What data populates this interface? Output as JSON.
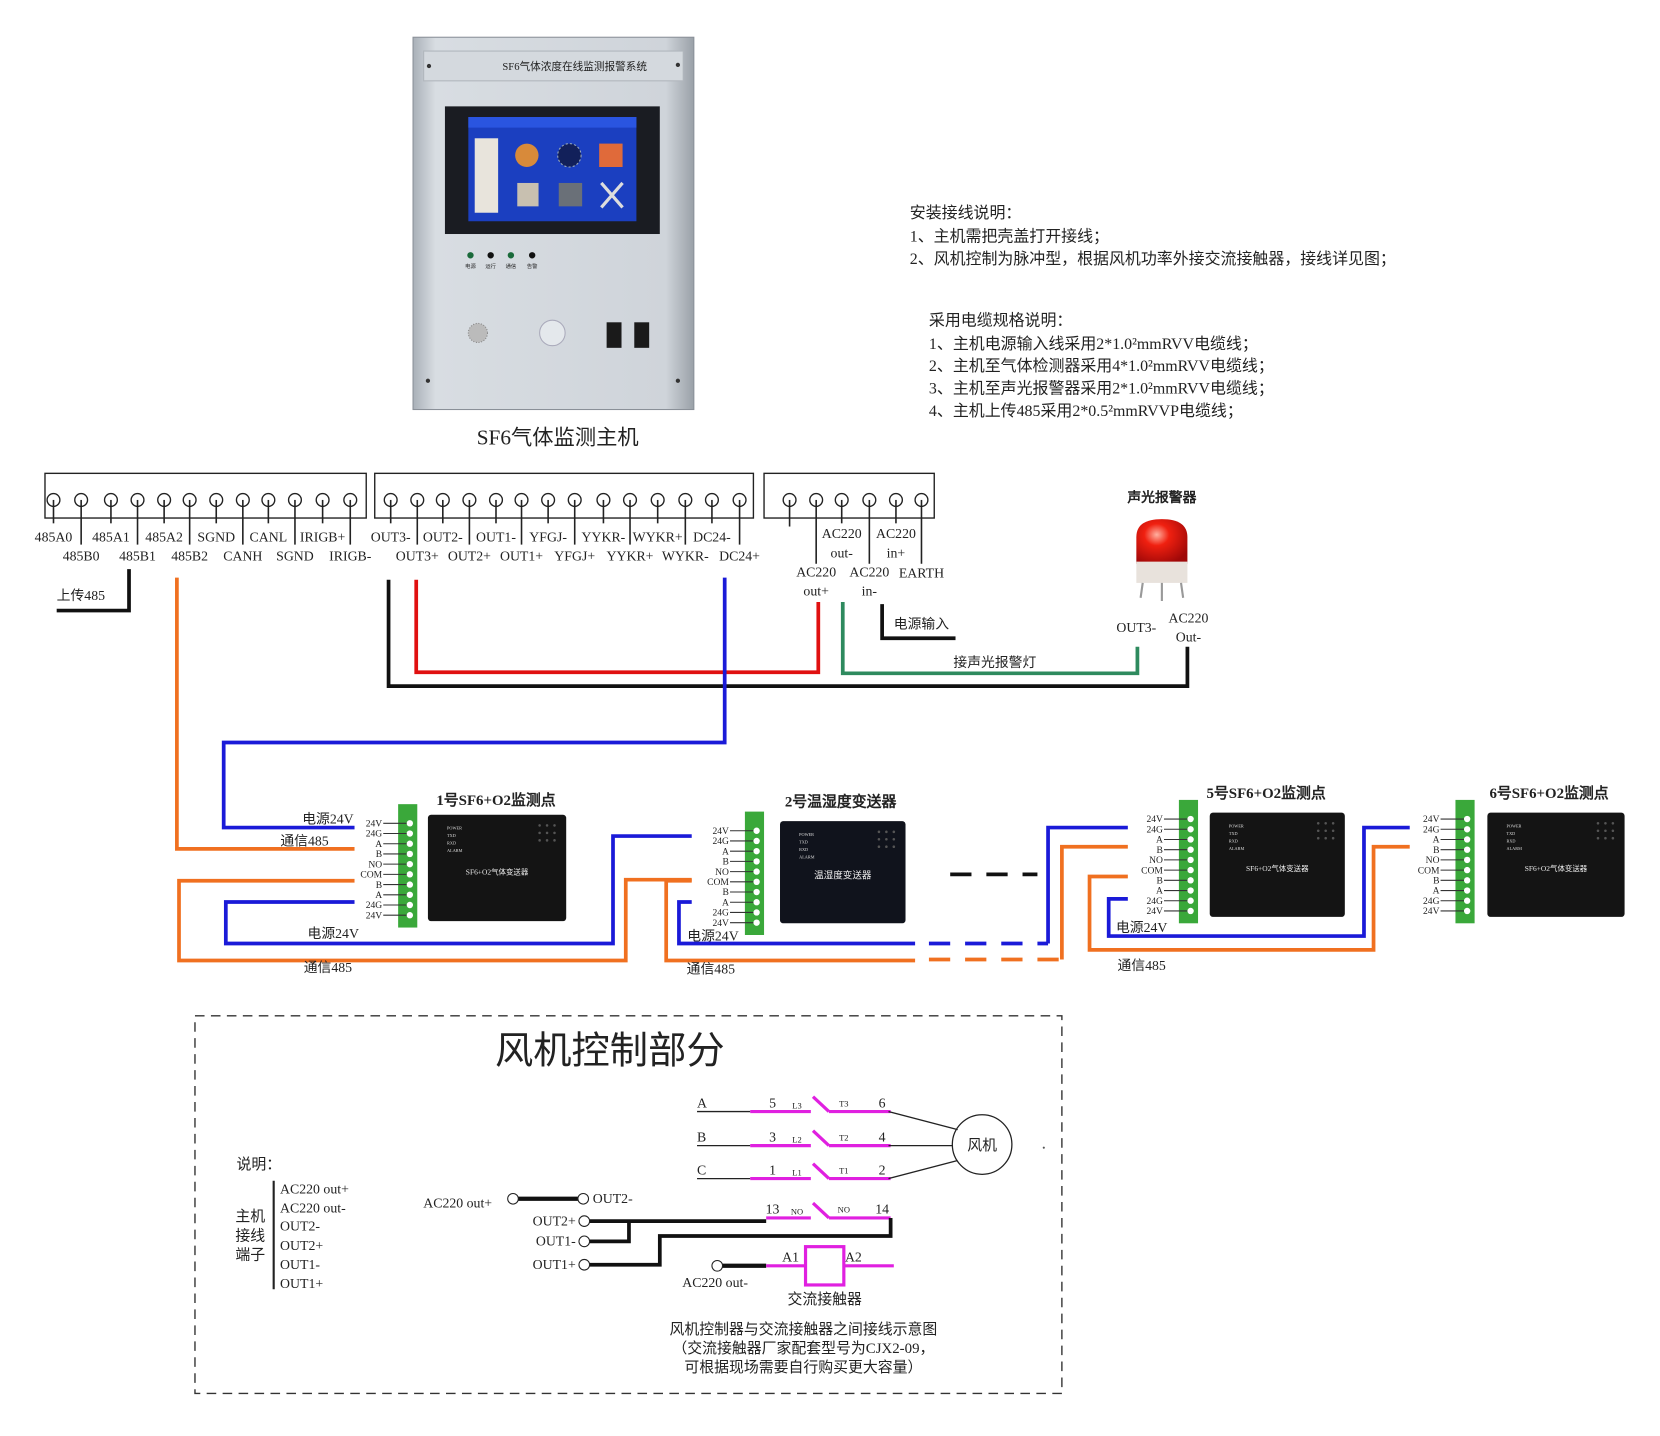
{
  "host": {
    "panel_title": "SF6气体浓度在线监测报警系统",
    "led_labels": [
      "电源",
      "运行",
      "通信",
      "告警"
    ],
    "caption": "SF6气体监测主机"
  },
  "notes": {
    "install_title": "安装接线说明：",
    "install_items": [
      "1、主机需把壳盖打开接线；",
      "2、风机控制为脉冲型，根据风机功率外接交流接触器，接线详见图；"
    ],
    "cable_title": "采用电缆规格说明：",
    "cable_items": [
      "1、主机电源输入线采用2*1.0²mmRVV电缆线；",
      "2、主机至气体检测器采用4*1.0²mmRVV电缆线；",
      "3、主机至声光报警器采用2*1.0²mmRVV电缆线；",
      "4、主机上传485采用2*0.5²mmRVVP电缆线；"
    ]
  },
  "terminals": {
    "block1": [
      "485A0",
      "485B0",
      "485A1",
      "485B1",
      "485A2",
      "485B2",
      "SGND",
      "CANH",
      "CANL",
      "SGND",
      "IRIGB+",
      "IRIGB-"
    ],
    "block2": [
      "OUT3-",
      "OUT3+",
      "OUT2-",
      "OUT2+",
      "OUT1-",
      "OUT1+",
      "YFGJ-",
      "YFGJ+",
      "YYKR-",
      "YYKR+",
      "WYKR+",
      "WYKR-",
      "DC24-",
      "DC24+"
    ],
    "block3": [
      "",
      "AC220 out+",
      "AC220 out-",
      "AC220 in-",
      "AC220 in+",
      "EARTH"
    ]
  },
  "wire_labels": {
    "upload485": "上传485",
    "power_input": "电源输入",
    "alarm_lamp_link": "接声光报警灯",
    "power24v": "电源24V",
    "comm485": "通信485"
  },
  "alarm": {
    "title": "声光报警器",
    "pin_out3": "OUT3-",
    "pin_ac_line1": "AC220",
    "pin_ac_line2": "Out-"
  },
  "sensor_pins": [
    "24V",
    "24G",
    "A",
    "B",
    "NO",
    "COM",
    "B",
    "A",
    "24G",
    "24V"
  ],
  "sensors": [
    {
      "title": "1号SF6+O2监测点",
      "device_label": "SF6+O2气体变送器"
    },
    {
      "title": "2号温湿度变送器",
      "device_label": "温湿度变送器"
    },
    {
      "title": "5号SF6+O2监测点",
      "device_label": "SF6+O2气体变送器"
    },
    {
      "title": "6号SF6+O2监测点",
      "device_label": "SF6+O2气体变送器"
    }
  ],
  "device_leds": [
    "POWER",
    "TXD",
    "RXD",
    "ALARM"
  ],
  "fan": {
    "title": "风机控制部分",
    "note_label": "说明：",
    "host_terminal_label": [
      "主机",
      "接线",
      "端子"
    ],
    "host_terminals": [
      "AC220 out+",
      "AC220 out-",
      "OUT2-",
      "OUT2+",
      "OUT1-",
      "OUT1+"
    ],
    "phases": [
      {
        "phase": "A",
        "in_no": "5",
        "in_tag": "L3",
        "out_tag": "T3",
        "out_no": "6"
      },
      {
        "phase": "B",
        "in_no": "3",
        "in_tag": "L2",
        "out_tag": "T2",
        "out_no": "4"
      },
      {
        "phase": "C",
        "in_no": "1",
        "in_tag": "L1",
        "out_tag": "T1",
        "out_no": "2"
      }
    ],
    "aux": {
      "in_no": "13",
      "in_tag": "NO",
      "out_tag": "NO",
      "out_no": "14"
    },
    "motor": "风机",
    "ac_out_plus": "AC220 out+",
    "ac_out_minus": "AC220 out-",
    "out2_minus": "OUT2-",
    "out2_plus": "OUT2+",
    "out1_minus": "OUT1-",
    "out1_plus": "OUT1+",
    "coil_a1": "A1",
    "coil_a2": "A2",
    "contactor": "交流接触器",
    "caption": [
      "风机控制器与交流接触器之间接线示意图",
      "（交流接触器厂家配套型号为CJX2-09，",
      "可根据现场需要自行购买更大容量）"
    ]
  },
  "colors": {
    "power_wire": "#1a1ad8",
    "comm_wire": "#f07020",
    "red_wire": "#e01010",
    "green_wire": "#2e8a5e",
    "black_wire": "#111111",
    "contactor": "#e020e0",
    "terminal_strip": "#3aa83a"
  }
}
